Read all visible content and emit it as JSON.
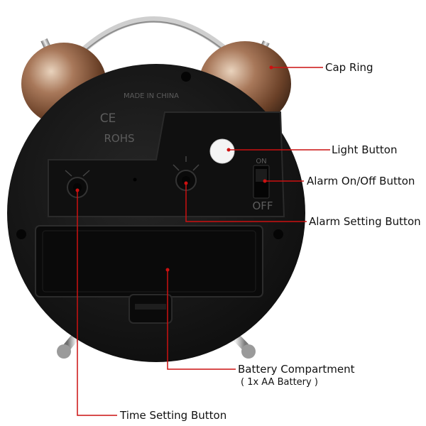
{
  "product": {
    "body_text_made_in": "MADE IN CHINA",
    "body_text_ce": "CE",
    "body_text_rohs": "ROHS",
    "switch_on_text": "ON",
    "switch_off_text": "OFF",
    "body_color": "#151515",
    "bell_color": "#8a5a3c",
    "callout_line_color": "#cc1111"
  },
  "callouts": {
    "cap_ring": "Cap Ring",
    "light_button": "Light Button",
    "alarm_on_off_button": "Alarm On/Off Button",
    "alarm_setting_button": "Alarm Setting Button",
    "battery_compartment": "Battery Compartment",
    "battery_compartment_note": "( 1x AA Battery )",
    "time_setting_button": "Time Setting Button"
  }
}
